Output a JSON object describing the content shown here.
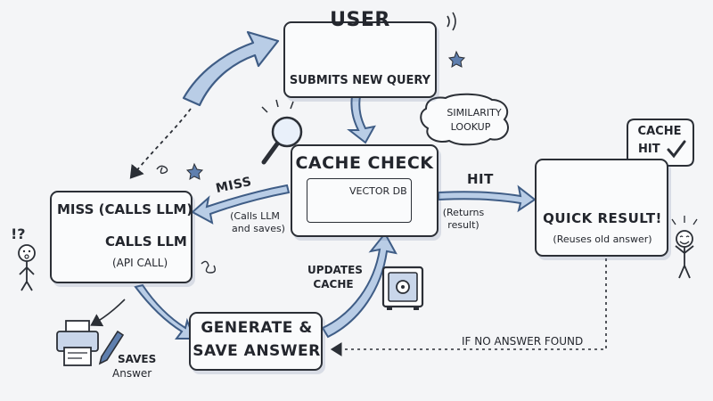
{
  "user": {
    "title": "USER",
    "subtitle": "SUBMITS NEW QUERY"
  },
  "cache_check": {
    "title": "CACHE CHECK",
    "db_label": "VECTOR DB"
  },
  "similarity": {
    "line1": "SIMILARITY",
    "line2": "LOOKUP"
  },
  "miss_box": {
    "line1": "MISS (CALLS LLM)",
    "line2": "CALLS LLM",
    "line3": "(API CALL)"
  },
  "miss_arrow": {
    "label": "MISS",
    "note_line1": "(Calls LLM",
    "note_line2": "and saves)"
  },
  "hit_arrow": {
    "label": "HIT",
    "note_line1": "(Returns",
    "note_line2": "result)"
  },
  "cache_hit_bubble": {
    "line1": "CACHE",
    "line2": "HIT"
  },
  "quick_result": {
    "title": "QUICK RESULT!",
    "subtitle": "(Reuses old answer)"
  },
  "generate": {
    "line1": "GENERATE &",
    "line2": "SAVE ANSWER"
  },
  "updates_cache": {
    "line1": "UPDATES",
    "line2": "CACHE"
  },
  "saves": {
    "line1": "SAVES",
    "line2": "Answer"
  },
  "fallback": {
    "label": "IF NO ANSWER FOUND"
  },
  "colors": {
    "ink": "#2b2f36",
    "arrow_fill": "#b9cde6",
    "arrow_stroke": "#3f5d86",
    "paper": "#fafbfc"
  },
  "icons": [
    "cloud-icon",
    "laptop-icon",
    "magnifier-icon",
    "lightbulb-icon",
    "robot-icon",
    "gears-icon",
    "smiley-icon",
    "thumbs-up-icon",
    "checkmark-icon",
    "safe-icon",
    "printer-icon",
    "pencil-icon",
    "confused-person-icon",
    "happy-person-icon",
    "star-icon"
  ]
}
